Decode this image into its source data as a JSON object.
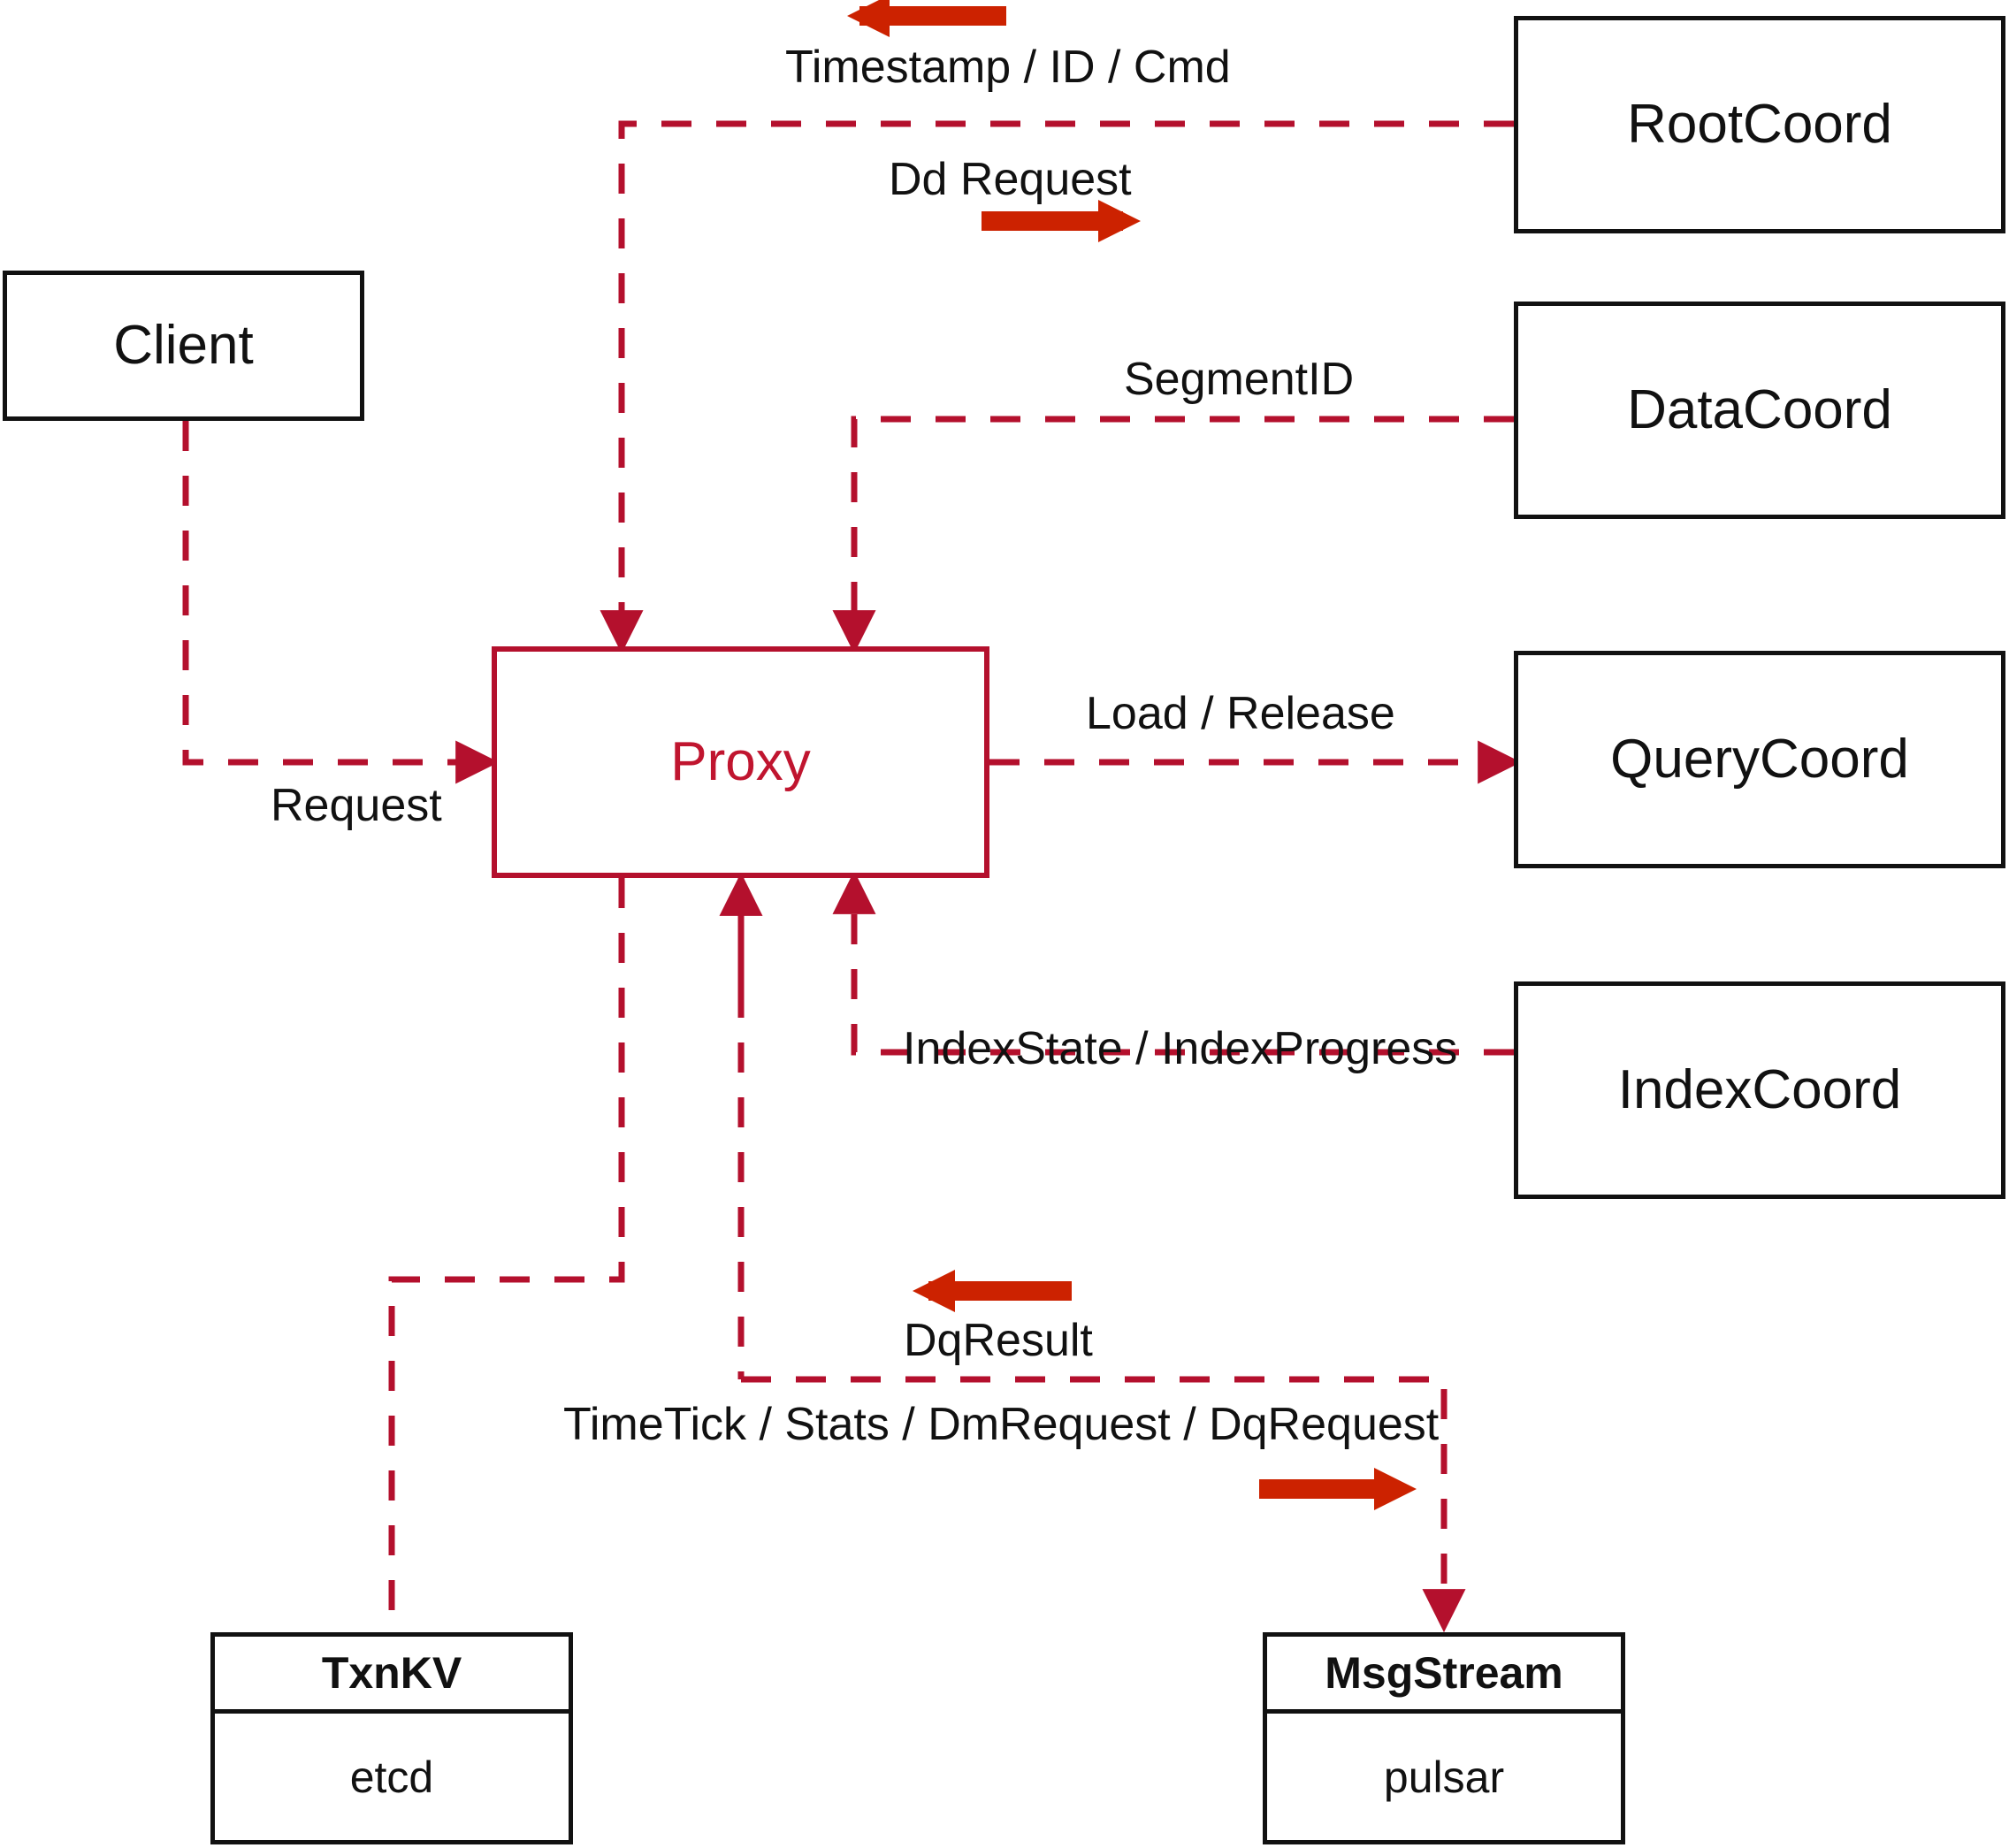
{
  "diagram": {
    "title": "Proxy component interaction diagram",
    "colors": {
      "node_stroke": "#111111",
      "proxy_stroke": "#b4102d",
      "proxy_text": "#c0152f",
      "dashed_wire": "#b4102d",
      "direction_arrow": "#cc2200",
      "background": "#ffffff"
    },
    "nodes": {
      "client": {
        "label": "Client"
      },
      "proxy": {
        "label": "Proxy"
      },
      "root_coord": {
        "label": "RootCoord"
      },
      "data_coord": {
        "label": "DataCoord"
      },
      "query_coord": {
        "label": "QueryCoord"
      },
      "index_coord": {
        "label": "IndexCoord"
      },
      "txnkv": {
        "title": "TxnKV",
        "impl": "etcd"
      },
      "msgstream": {
        "title": "MsgStream",
        "impl": "pulsar"
      }
    },
    "edges": [
      {
        "id": "client-request",
        "label": "Request",
        "from": "client",
        "to": "proxy",
        "arrow": "to"
      },
      {
        "id": "root-timestamp",
        "label": "Timestamp / ID / Cmd",
        "from": "root_coord",
        "to": "proxy",
        "arrow": "to"
      },
      {
        "id": "root-dd-request",
        "label": "Dd Request",
        "from": "proxy",
        "to": "root_coord",
        "arrow": "to"
      },
      {
        "id": "data-segmentid",
        "label": "SegmentID",
        "from": "data_coord",
        "to": "proxy",
        "arrow": "to"
      },
      {
        "id": "query-load-release",
        "label": "Load / Release",
        "from": "proxy",
        "to": "query_coord",
        "arrow": "to"
      },
      {
        "id": "index-state",
        "label": "IndexState / IndexProgress",
        "from": "index_coord",
        "to": "proxy",
        "arrow": "to"
      },
      {
        "id": "msgstream-dqresult",
        "label": "DqResult",
        "from": "msgstream",
        "to": "proxy",
        "arrow": "to"
      },
      {
        "id": "msgstream-requests",
        "label": "TimeTick / Stats / DmRequest / DqRequest",
        "from": "proxy",
        "to": "msgstream",
        "arrow": "to"
      },
      {
        "id": "txnkv-link",
        "label": "",
        "from": "proxy",
        "to": "txnkv",
        "arrow": "none"
      }
    ],
    "direction_arrows": [
      {
        "id": "timestamp-direction",
        "for": "root-timestamp",
        "points": "left"
      },
      {
        "id": "dd-request-direction",
        "for": "root-dd-request",
        "points": "right"
      },
      {
        "id": "dqresult-direction",
        "for": "msgstream-dqresult",
        "points": "left"
      },
      {
        "id": "dqrequest-direction",
        "for": "msgstream-requests",
        "points": "right"
      }
    ]
  }
}
